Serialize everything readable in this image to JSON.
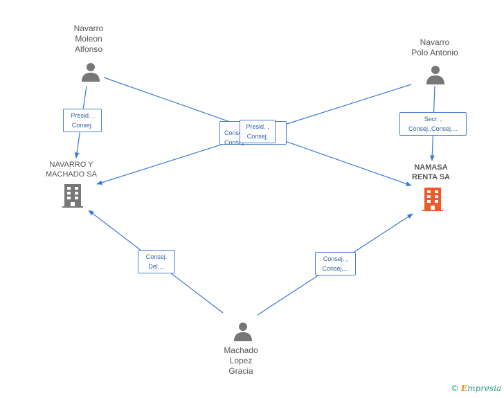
{
  "persons": [
    {
      "id": "navarro-moleon",
      "label": "Navarro\nMoleon\nAlfonso"
    },
    {
      "id": "navarro-polo",
      "label": "Navarro\nPolo Antonio"
    },
    {
      "id": "machado-lopez",
      "label": "Machado\nLopez\nGracia"
    }
  ],
  "companies": [
    {
      "id": "navarro-machado",
      "label": "NAVARRO Y\nMACHADO SA",
      "color": "#777777"
    },
    {
      "id": "namasa",
      "label": "NAMASA\nRENTA SA",
      "color": "#f05a28"
    }
  ],
  "relations": [
    {
      "label": "Presid. ,\nConsej."
    },
    {
      "label": "Secr. ,\nConsej.,Consej...."
    },
    {
      "label": "Consej. ,\nConsej...."
    },
    {
      "label": "Presid. ,\nConsej."
    },
    {
      "label": "Consej.\nDel...."
    },
    {
      "label": "Consej. ,\nConsej...."
    }
  ],
  "colors": {
    "edge": "#3a78d6",
    "person": "#777777"
  },
  "brand": {
    "copyright": "©",
    "name_first": "E",
    "name_rest": "mpresia"
  }
}
